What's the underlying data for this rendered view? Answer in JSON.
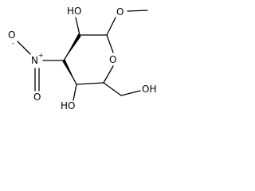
{
  "structure": {
    "atoms": {
      "oh_c2": "HO",
      "oh_c4": "HO",
      "oh_c6": "OH",
      "ring_o": "O",
      "methoxy_o": "O",
      "nitro_n": "N",
      "nitro_o_minus": "O",
      "nitro_o_double": "O"
    },
    "charges": {
      "nitro_n_charge": "+",
      "nitro_o_charge": "-"
    }
  }
}
